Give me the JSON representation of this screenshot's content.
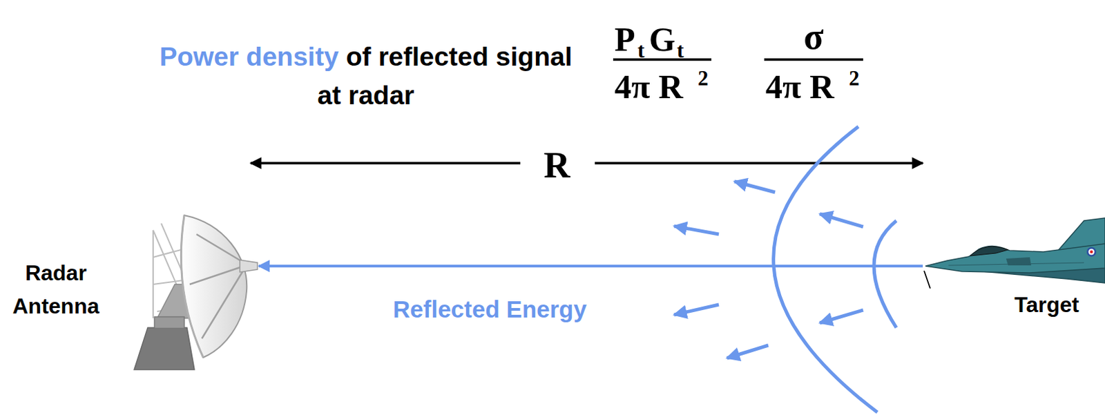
{
  "diagram": {
    "nodes": [
      {
        "text": [
          "Radar Antenna"
        ]
      },
      {
        "text": [
          "Target"
        ]
      }
    ],
    "edges": [
      {
        "from": 1,
        "to": 0,
        "arrow": "to",
        "label": "Reflected Energy"
      }
    ],
    "labels": [
      "Power density",
      "of reflected signal at radar",
      "P",
      "t",
      "G",
      "t",
      "4π R",
      "2",
      "σ",
      "4π R",
      "2",
      "R"
    ]
  }
}
